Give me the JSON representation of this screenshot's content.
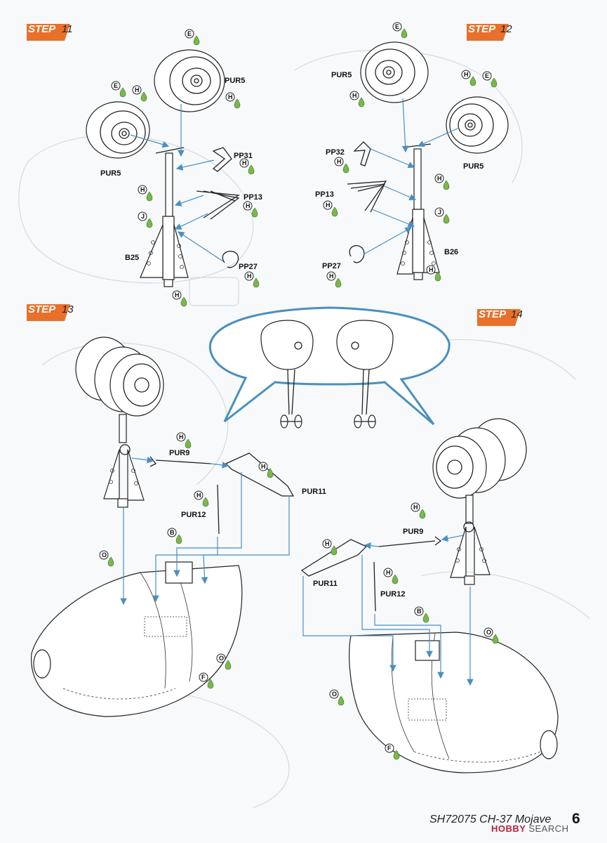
{
  "steps": [
    {
      "tag": "STEP",
      "num": "11"
    },
    {
      "tag": "STEP",
      "num": "12"
    },
    {
      "tag": "STEP",
      "num": "13"
    },
    {
      "tag": "STEP",
      "num": "14"
    }
  ],
  "colors": {
    "E": "E",
    "H": "H",
    "J": "J",
    "O": "O",
    "B": "B",
    "F": "F",
    "step_accent": "#e8702a",
    "arrow": "#4a8fc0",
    "paint_drop": "#79b84a"
  },
  "parts": {
    "pur5": "PUR5",
    "pp31": "PP31",
    "pp32": "PP32",
    "pp13": "PP13",
    "pp27": "PP27",
    "b25": "B25",
    "b26": "B26",
    "pur9": "PUR9",
    "pur11": "PUR11",
    "pur12": "PUR12"
  },
  "footer": {
    "title": "SH72075 CH-37 Mojave",
    "page": "6"
  },
  "watermark": {
    "brand": "HOBBY",
    "suffix": "SEARCH"
  }
}
